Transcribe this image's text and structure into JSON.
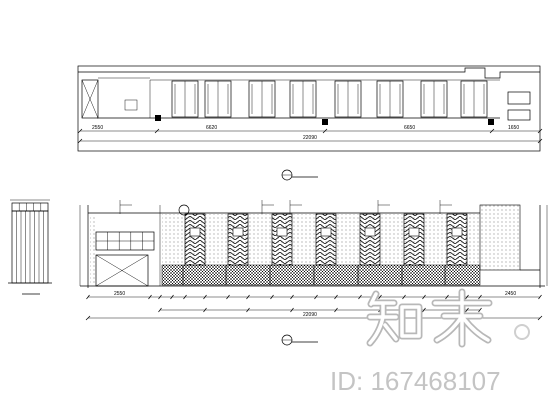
{
  "colors": {
    "line": "#000000",
    "watermark": "#c4c4c4",
    "background": "#ffffff"
  },
  "plan": {
    "dims": [
      "2550",
      "6620",
      "6650",
      "1650"
    ],
    "total": "22090"
  },
  "elevation": {
    "dims": [
      "2550",
      "2450"
    ],
    "total": "22090"
  },
  "watermark": {
    "brand": "知末",
    "id": "ID: 167468107"
  }
}
